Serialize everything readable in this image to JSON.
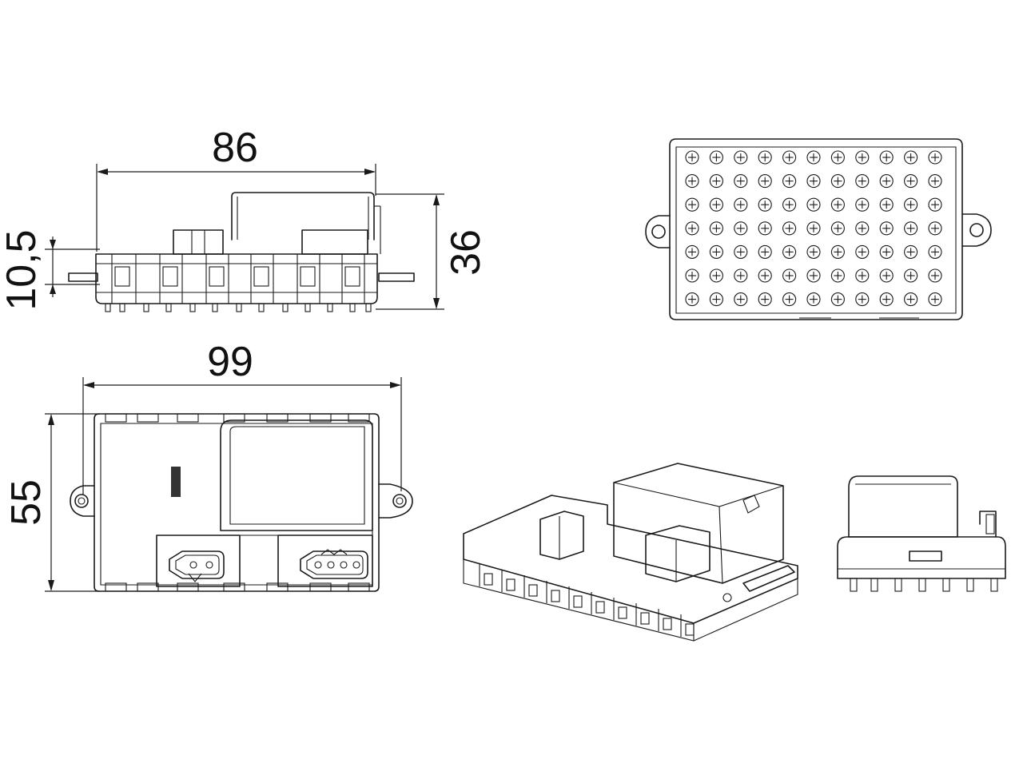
{
  "dimensions": {
    "side_length": "86",
    "side_height": "36",
    "flange_height": "10,5",
    "top_length": "99",
    "top_width": "55"
  },
  "views": {
    "side_view_icon": "side-elevation-view",
    "top_view_icon": "top-plan-view",
    "bottom_view_icon": "bottom-pin-grid-view",
    "iso_view_icon": "isometric-view",
    "end_view_icon": "end-elevation-view"
  },
  "colors": {
    "line": "#1a1a1a",
    "background": "#ffffff"
  }
}
